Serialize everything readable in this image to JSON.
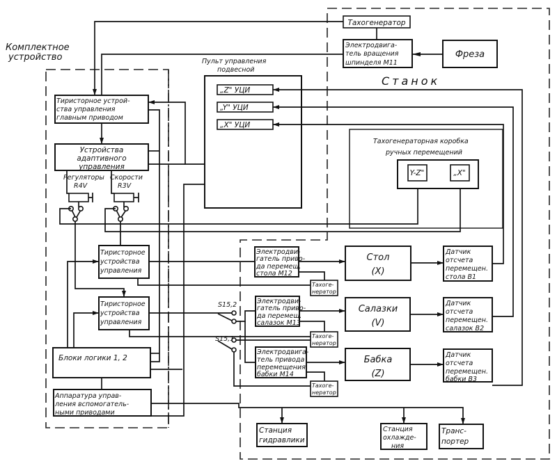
{
  "diagram": {
    "type": "block-diagram",
    "regions": {
      "complete_device": [
        "Комплектное",
        "устройство"
      ],
      "machine": "Станок",
      "pendant": [
        "Пульт управления",
        "подвесной"
      ],
      "tacho_box": [
        "Тахогенераторная коробка",
        "ручных перемещений"
      ]
    },
    "blocks": {
      "tachogen_top": [
        "Тахогенератор"
      ],
      "spindle_motor": [
        "Электродвига-",
        "тель вращения",
        "шпинделя М11"
      ],
      "mill": [
        "Фреза"
      ],
      "thyristor_main": [
        "Тиристорное устрой-",
        "ства управления",
        "главным приводом"
      ],
      "adaptive": [
        "Устройства",
        "адаптивного",
        "управления"
      ],
      "dro_z": "„Z\" УЦИ",
      "dro_y": "„Y\" УЦИ",
      "dro_x": "„X\" УЦИ",
      "tb_yz": "Y-Z\"",
      "tb_x": "„X\"",
      "thyristor_1": [
        "Тиристорное",
        "устройства",
        "управления"
      ],
      "thyristor_2": [
        "Тиристорное",
        "устройства",
        "управления"
      ],
      "logic": [
        "Блоки логики 1, 2"
      ],
      "aux": [
        "Аппаратура управ-",
        "ления вспомогатель-",
        "ными приводами"
      ],
      "motor_table": [
        "Электродви-",
        "гатель приво-",
        "да перемещ.",
        "стола М12"
      ],
      "motor_slide": [
        "Электродви-",
        "гатель приво-",
        "да перемещ.",
        "салазок М13"
      ],
      "motor_head": [
        "Электродвига-",
        "тель привода",
        "перемещения",
        "бабки М14"
      ],
      "tacho_1": [
        "Тахоге-",
        "нератор"
      ],
      "tacho_2": [
        "Тахоге-",
        "нератор"
      ],
      "tacho_3": [
        "Тахоге-",
        "нератор"
      ],
      "table": [
        "Стол",
        "(X)"
      ],
      "slide": [
        "Салазки",
        "(V)"
      ],
      "head": [
        "Бабка",
        "(Z)"
      ],
      "sensor_b1": [
        "Датчик",
        "отсчета",
        "перемещен.",
        "стола В1"
      ],
      "sensor_b2": [
        "Датчик",
        "отсчета",
        "перемещен.",
        "салазок В2"
      ],
      "sensor_b3": [
        "Датчик",
        "отсчета",
        "перемещен.",
        "бабки В3"
      ],
      "hydraulics": [
        "Станция",
        "гидравлики"
      ],
      "cooling": [
        "Станция",
        "охлажде-",
        "ния"
      ],
      "conveyor": [
        "Транс-",
        "портер"
      ]
    },
    "regulators": {
      "label_left": "Регуляторы",
      "label_right": "Скорости",
      "r1": "R4V",
      "r2": "R3V"
    },
    "switches": {
      "s1": "S15,2",
      "s2": "S15,1"
    }
  }
}
